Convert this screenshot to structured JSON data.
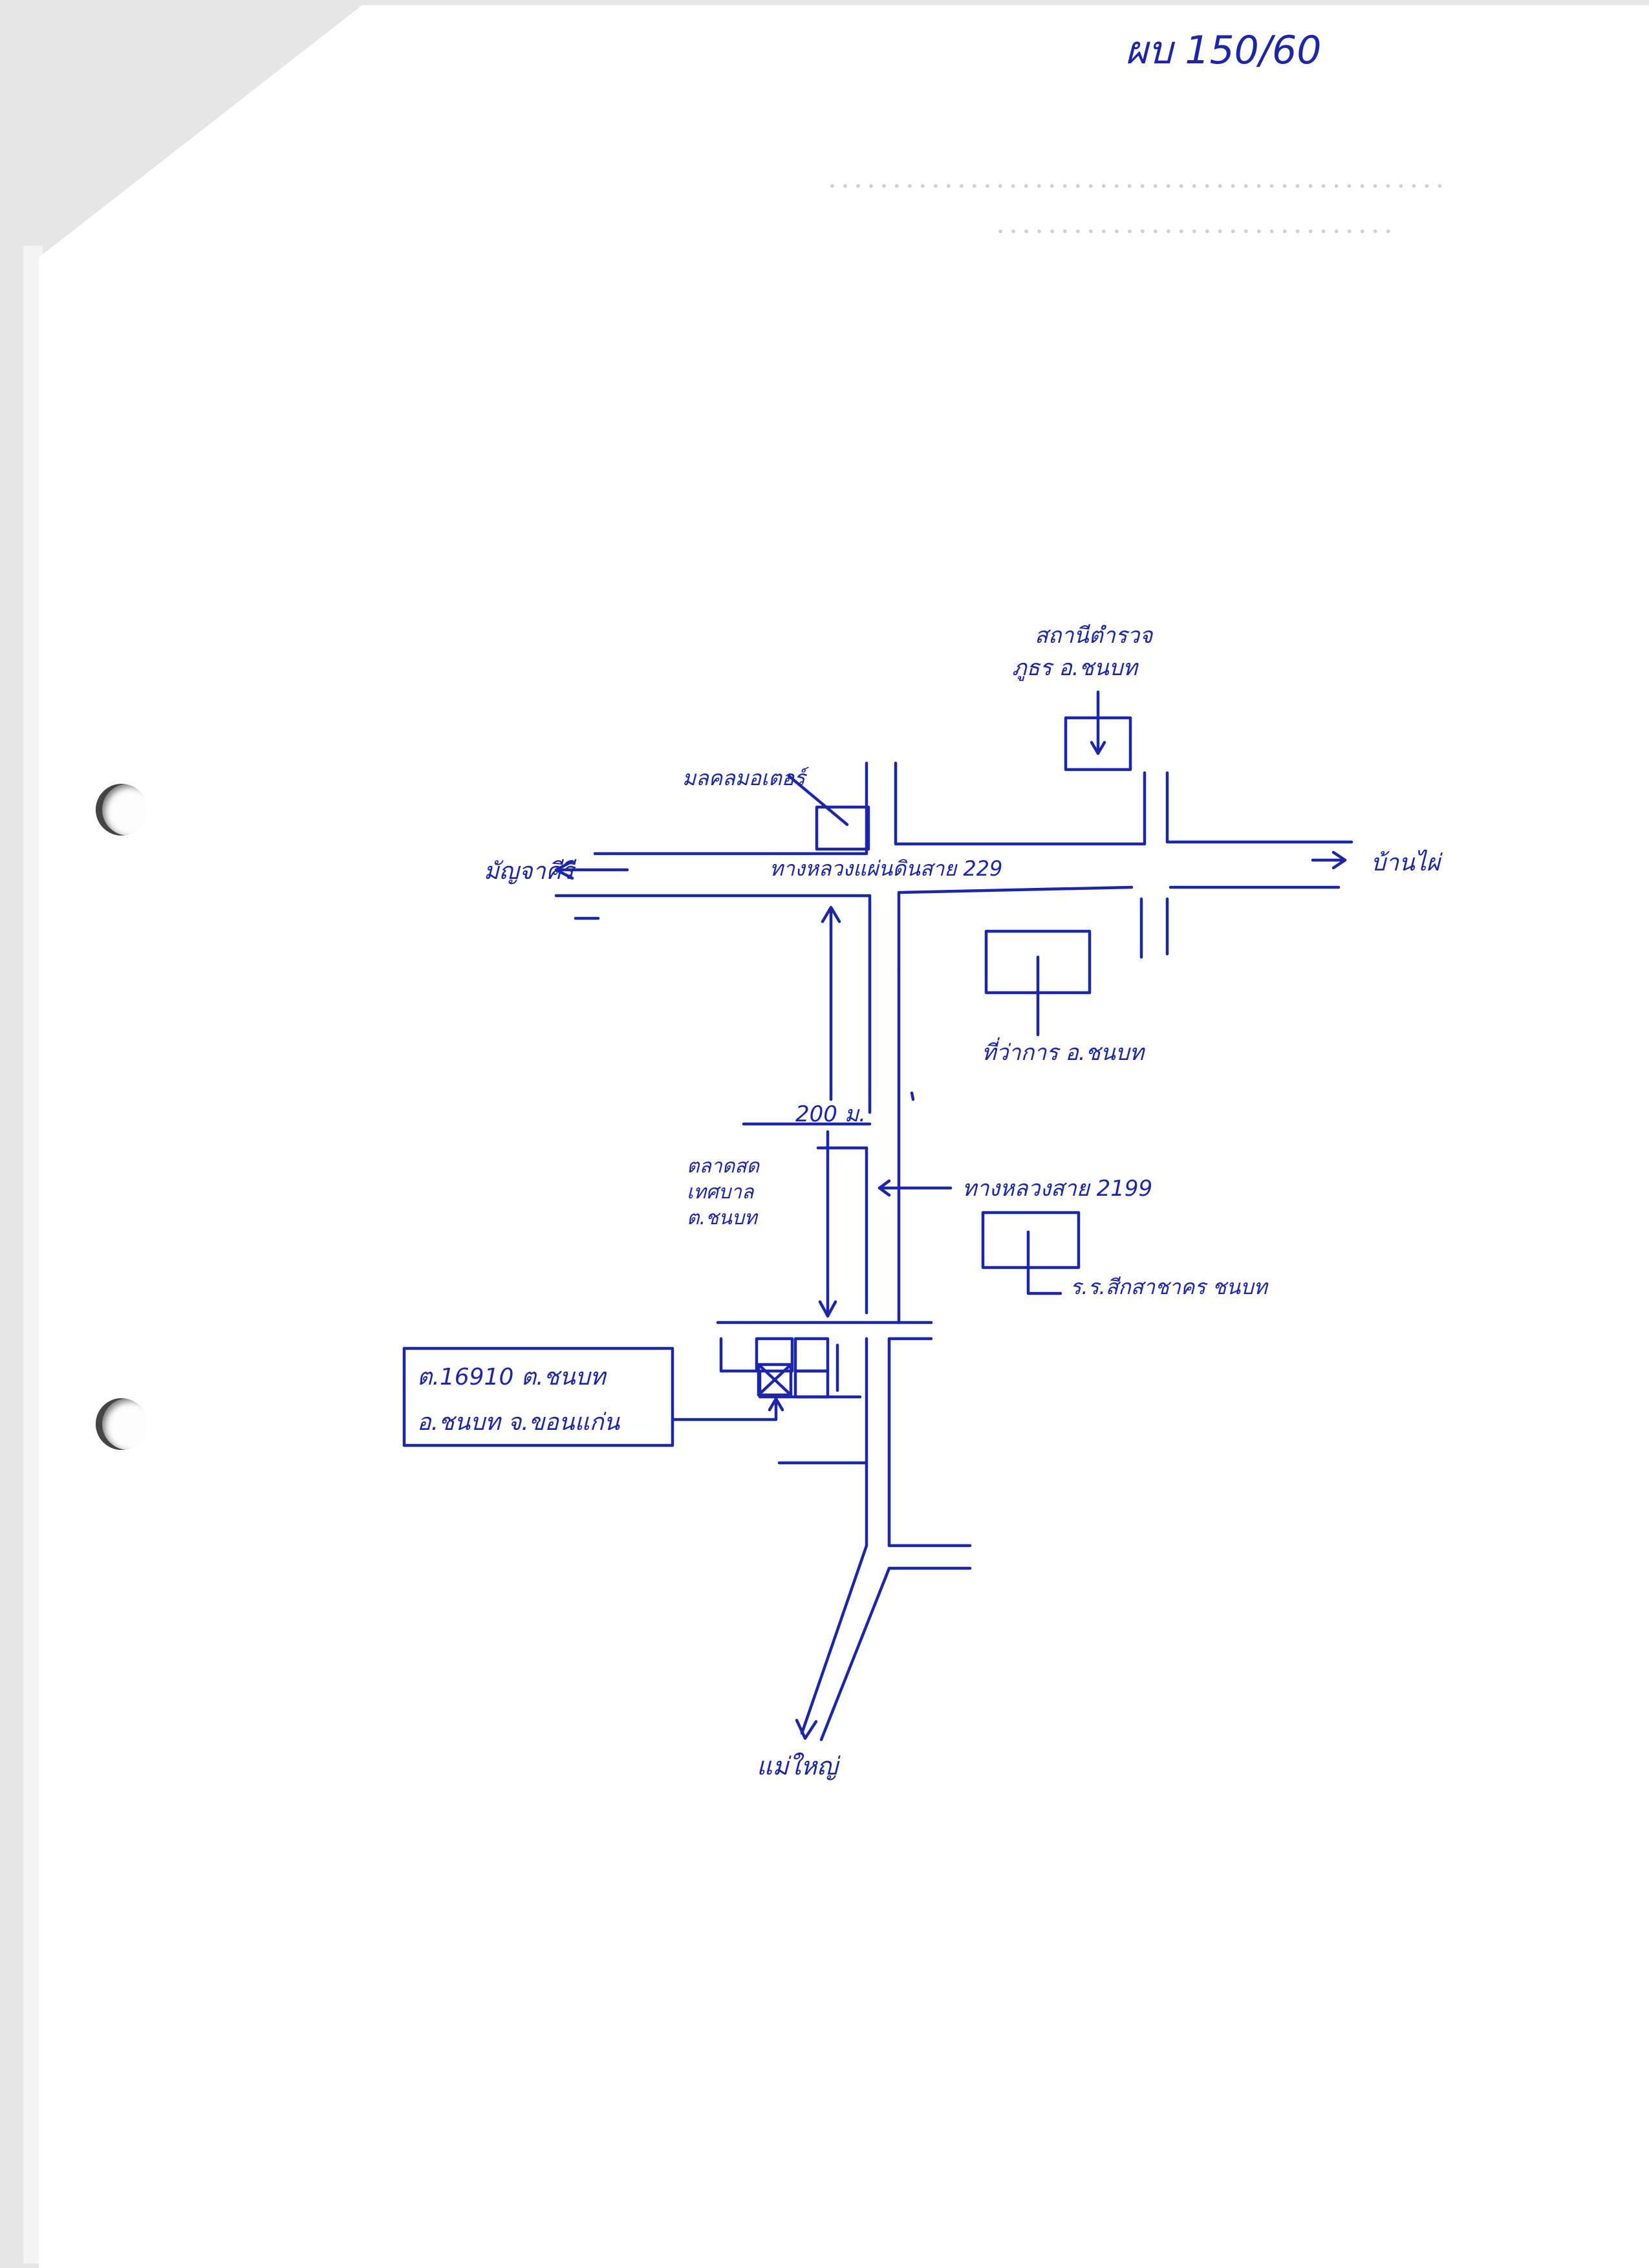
{
  "doc_number": "ผบ 150/60",
  "labels": {
    "police_station": [
      "สถานีตำรวจ",
      "ภูธร อ.ชนบท"
    ],
    "motorcycle_shop": "มลคลมอเตอร์",
    "west_destination": "มัญจาคีรี",
    "east_destination": "บ้านไผ่",
    "highway_229": "ทางหลวงแผ่นดินสาย 229",
    "district_office": "ที่ว่าการ อ.ชนบท",
    "distance": "200 ม.",
    "market": [
      "ตลาดสด",
      "เทศบาล",
      "ต.ชนบท"
    ],
    "highway_2199": "ทางหลวงสาย 2199",
    "school": "ร.ร.สีกสาชาคร ชนบท",
    "address": [
      "ต.16910 ต.ชนบท",
      "อ.ชนบท จ.ขอนแก่น"
    ],
    "south_destination": "แม่ใหญ่"
  },
  "faint_header": [
    "................................................",
    "..............................."
  ]
}
